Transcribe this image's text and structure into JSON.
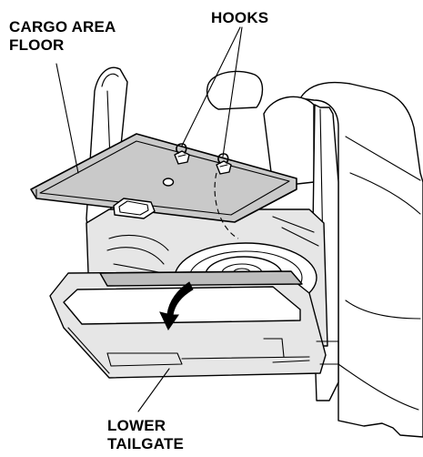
{
  "labels": {
    "cargo_area_floor_line1": "CARGO AREA",
    "cargo_area_floor_line2": "FLOOR",
    "hooks": "HOOKS",
    "lower_tailgate_line1": "LOWER",
    "lower_tailgate_line2": "TAILGATE"
  }
}
